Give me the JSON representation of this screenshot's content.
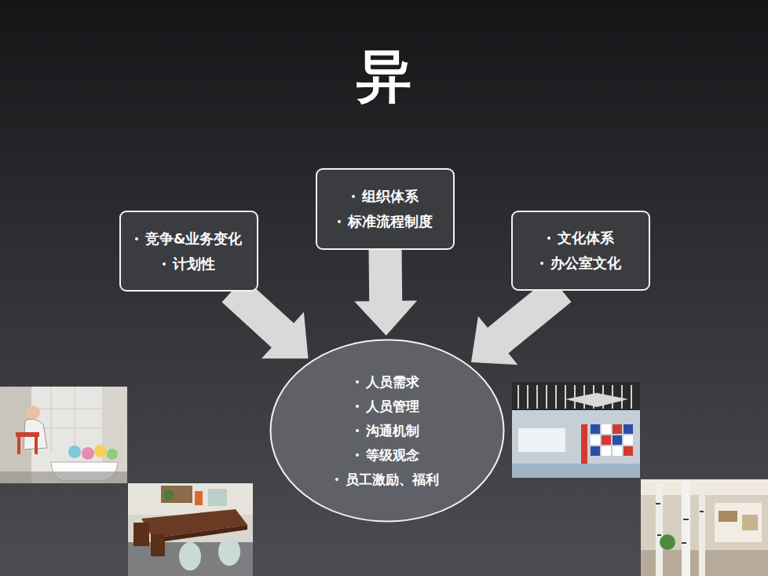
{
  "diagram": {
    "title": "异",
    "nodes": [
      {
        "text": [
          "竞争&业务变化",
          "计划性"
        ]
      },
      {
        "text": [
          "组织体系",
          "标准流程制度"
        ]
      },
      {
        "text": [
          "文化体系",
          "办公室文化"
        ]
      },
      {
        "text": [
          "人员需求",
          "人员管理",
          "沟通机制",
          "等级观念",
          "员工激励、福利"
        ]
      }
    ],
    "edges": [
      {
        "from": 0,
        "to": 3,
        "arrow": "to"
      },
      {
        "from": 1,
        "to": 3,
        "arrow": "to"
      },
      {
        "from": 2,
        "to": 3,
        "arrow": "to"
      }
    ]
  }
}
